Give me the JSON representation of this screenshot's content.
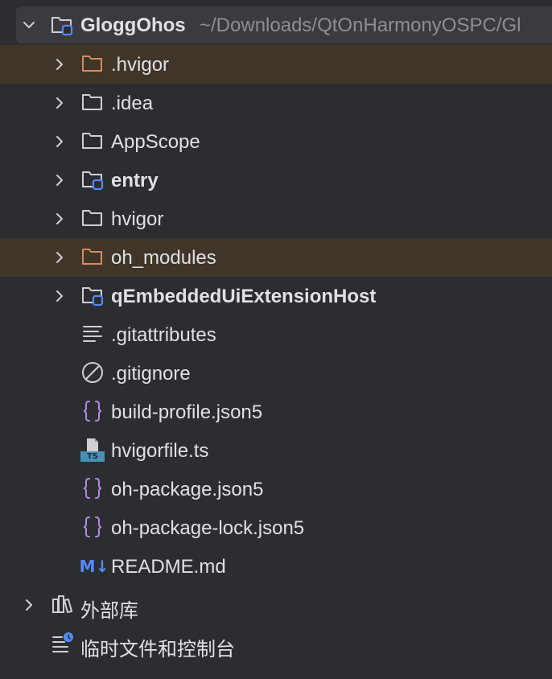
{
  "project": {
    "name": "GloggOhos",
    "path": "~/Downloads/QtOnHarmonyOSPC/Gl"
  },
  "items": [
    {
      "label": ".hvigor",
      "type": "folder-excluded",
      "expandable": true
    },
    {
      "label": ".idea",
      "type": "folder",
      "expandable": true
    },
    {
      "label": "AppScope",
      "type": "folder",
      "expandable": true
    },
    {
      "label": "entry",
      "type": "module",
      "expandable": true
    },
    {
      "label": "hvigor",
      "type": "folder",
      "expandable": true
    },
    {
      "label": "oh_modules",
      "type": "folder-excluded",
      "expandable": true
    },
    {
      "label": "qEmbeddedUiExtensionHost",
      "type": "module",
      "expandable": true
    },
    {
      "label": ".gitattributes",
      "type": "text-file",
      "expandable": false
    },
    {
      "label": ".gitignore",
      "type": "ignore-file",
      "expandable": false
    },
    {
      "label": "build-profile.json5",
      "type": "json-file",
      "expandable": false
    },
    {
      "label": "hvigorfile.ts",
      "type": "ts-file",
      "expandable": false
    },
    {
      "label": "oh-package.json5",
      "type": "json-file",
      "expandable": false
    },
    {
      "label": "oh-package-lock.json5",
      "type": "json-file",
      "expandable": false
    },
    {
      "label": "README.md",
      "type": "md-file",
      "expandable": false
    }
  ],
  "external_libraries": "外部库",
  "scratches": "临时文件和控制台",
  "icons": {
    "ts_badge": "TS",
    "md_badge": "M↓"
  },
  "colors": {
    "background": "#2b2d30",
    "selection": "#393b40",
    "excluded_row": "#3f3528",
    "excluded_folder": "#d98b5f",
    "module_badge": "#548af7",
    "json_braces": "#b589e8",
    "text": "#dfe1e5",
    "path_text": "#8c8f94"
  }
}
